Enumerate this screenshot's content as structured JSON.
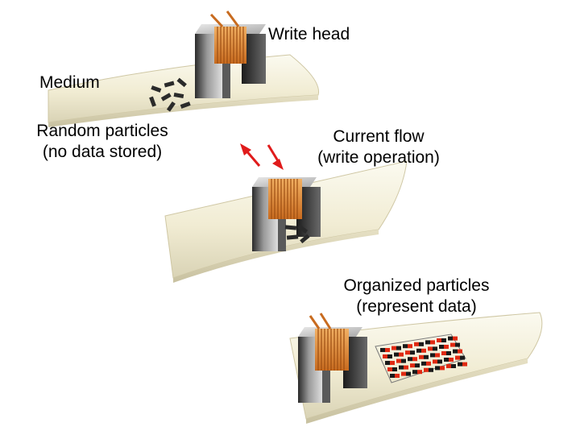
{
  "labels": {
    "write_head": "Write head",
    "medium": "Medium",
    "random_particles": {
      "line1": "Random particles",
      "line2": "(no data stored)"
    },
    "current_flow": {
      "line1": "Current flow",
      "line2": "(write operation)"
    },
    "organized_particles": {
      "line1": "Organized particles",
      "line2": "(represent data)"
    }
  },
  "colors": {
    "medium_surface": "#f3efd9",
    "coil": "#e8913a",
    "core_dark": "#2b2b2b",
    "core_light": "#bdbdbd",
    "particle_red": "#e02a12",
    "particle_black": "#1a1a1a",
    "arrow": "#e01b1b"
  }
}
